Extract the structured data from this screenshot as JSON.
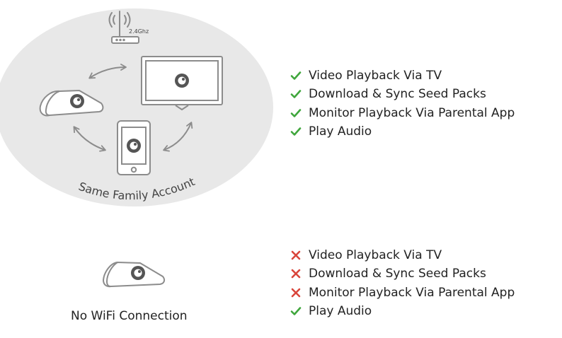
{
  "colors": {
    "check": "#3fa63c",
    "cross": "#d9453b",
    "ellipse": "#e8e8e8",
    "device_stroke": "#8c8c8c",
    "text": "#222222"
  },
  "connected": {
    "router_label": "2.4Ghz",
    "account_label": "Same Family Account",
    "features": [
      {
        "label": "Video Playback Via TV",
        "status": "check"
      },
      {
        "label": "Download & Sync Seed Packs",
        "status": "check"
      },
      {
        "label": "Monitor Playback Via Parental App",
        "status": "check"
      },
      {
        "label": "Play Audio",
        "status": "check"
      }
    ]
  },
  "offline": {
    "caption": "No WiFi Connection",
    "features": [
      {
        "label": "Video Playback Via TV",
        "status": "cross"
      },
      {
        "label": "Download & Sync Seed Packs",
        "status": "cross"
      },
      {
        "label": "Monitor Playback Via Parental App",
        "status": "cross"
      },
      {
        "label": "Play Audio",
        "status": "check"
      }
    ]
  },
  "icons": {
    "router": "wifi-router-icon",
    "tv": "tv-icon",
    "phone": "phone-icon",
    "speaker": "speaker-device-icon",
    "logo": "seed-logo-icon",
    "arrow": "double-arrow-icon",
    "check": "check-icon",
    "cross": "cross-icon"
  }
}
